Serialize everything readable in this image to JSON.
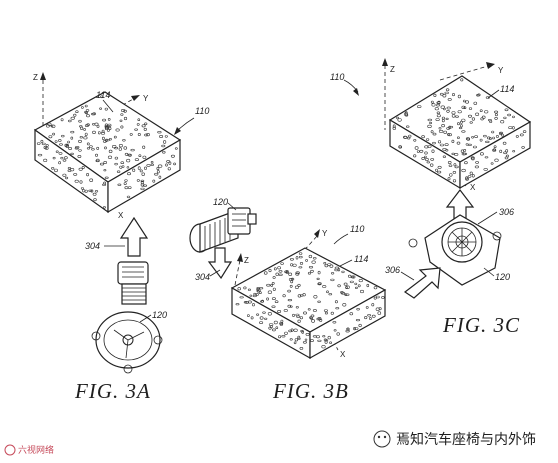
{
  "figures": {
    "fig3a": {
      "caption": "FIG. 3A",
      "labels": {
        "block_top": "114",
        "assembly": "110",
        "arrow": "304",
        "fan": "120"
      },
      "axes": {
        "z": "Z",
        "y": "Y",
        "x": "X"
      }
    },
    "fig3b": {
      "caption": "FIG. 3B",
      "labels": {
        "block_top": "114",
        "assembly": "110",
        "blower": "120",
        "arrow": "304"
      },
      "axes": {
        "z": "Z",
        "y": "Y",
        "x": "X"
      }
    },
    "fig3c": {
      "caption": "FIG. 3C",
      "labels": {
        "assembly": "110",
        "block_top": "114",
        "fan_ring": "306",
        "arrow": "306",
        "fan": "120"
      },
      "axes": {
        "z": "Z",
        "y": "Y",
        "x": "X"
      }
    }
  },
  "watermark": {
    "left_text": "六视网络",
    "right_text": "焉知汽车座椅与内外饰"
  },
  "colors": {
    "ink": "#222222",
    "watermark_left": "#c64a5a"
  }
}
